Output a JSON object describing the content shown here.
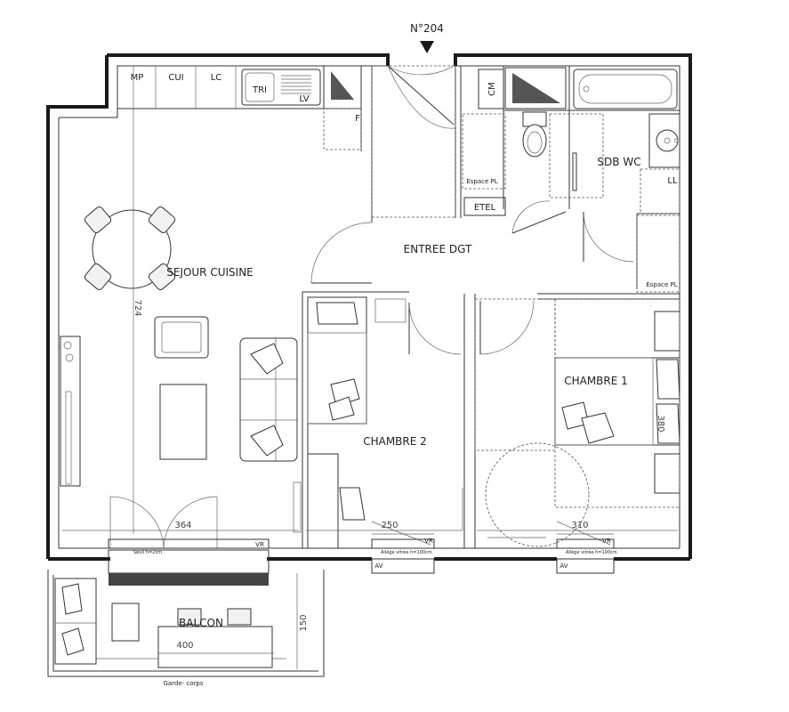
{
  "unit_number": "N°204",
  "rooms": {
    "sejour": "SEJOUR CUISINE",
    "entree": "ENTREE DGT",
    "chambre2": "CHAMBRE 2",
    "chambre1": "CHAMBRE 1",
    "sdb": "SDB WC",
    "balcon": "BALCON"
  },
  "kitchen": {
    "mp": "MP",
    "cui": "CUI",
    "lc": "LC",
    "tri": "TRI",
    "lv": "LV",
    "f": "F"
  },
  "fixtures": {
    "cm": "CM",
    "espace_pl_1": "Espace PL",
    "espace_pl_2": "Espace PL",
    "etel": "ETEL",
    "ll": "LL"
  },
  "dimensions": {
    "sejour_height": "724",
    "sejour_width": "364",
    "chambre2_width": "250",
    "chambre1_width": "310",
    "chambre1_bed": "380",
    "balcon_width": "400",
    "balcon_depth": "150"
  },
  "window_notes": {
    "vr1": "VR",
    "vr2": "VR",
    "vr3": "VR",
    "av1": "AV",
    "av2": "AV",
    "seuil": "Seuil h=2cm",
    "allege1": "Allège vitrée h=100cm",
    "allege2": "Allège vitrée h=100cm"
  },
  "garde_corps": "Garde- corps"
}
